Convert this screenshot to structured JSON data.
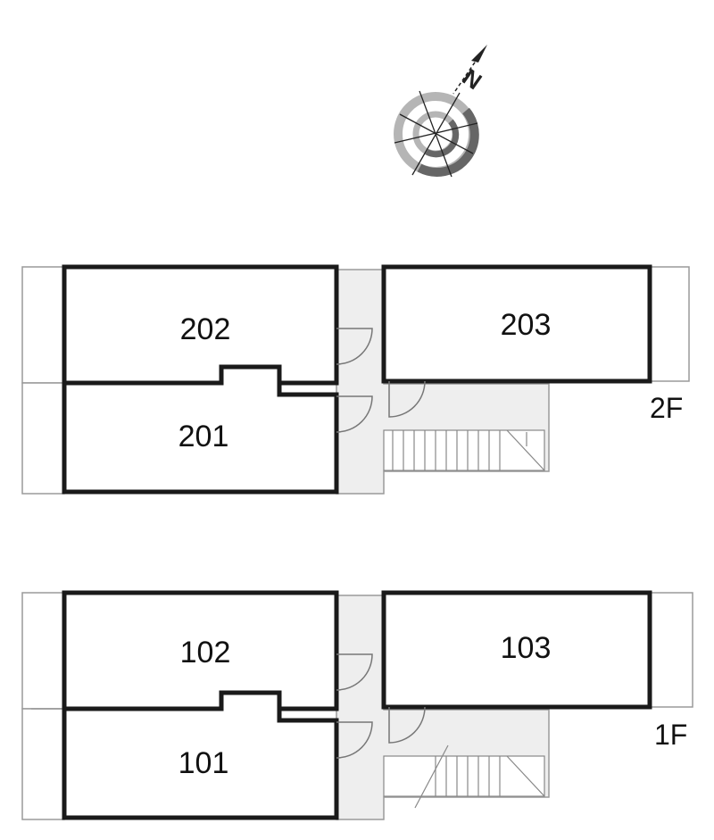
{
  "compass": {
    "north_label": "N",
    "icon": "compass-rose-icon"
  },
  "floors": [
    {
      "label": "2F",
      "units": [
        "201",
        "202",
        "203"
      ]
    },
    {
      "label": "1F",
      "units": [
        "101",
        "102",
        "103"
      ]
    }
  ],
  "colors": {
    "wall": "#1a1a1a",
    "common_area": "#eeeeee",
    "balcony_line": "#9a9a9a"
  }
}
